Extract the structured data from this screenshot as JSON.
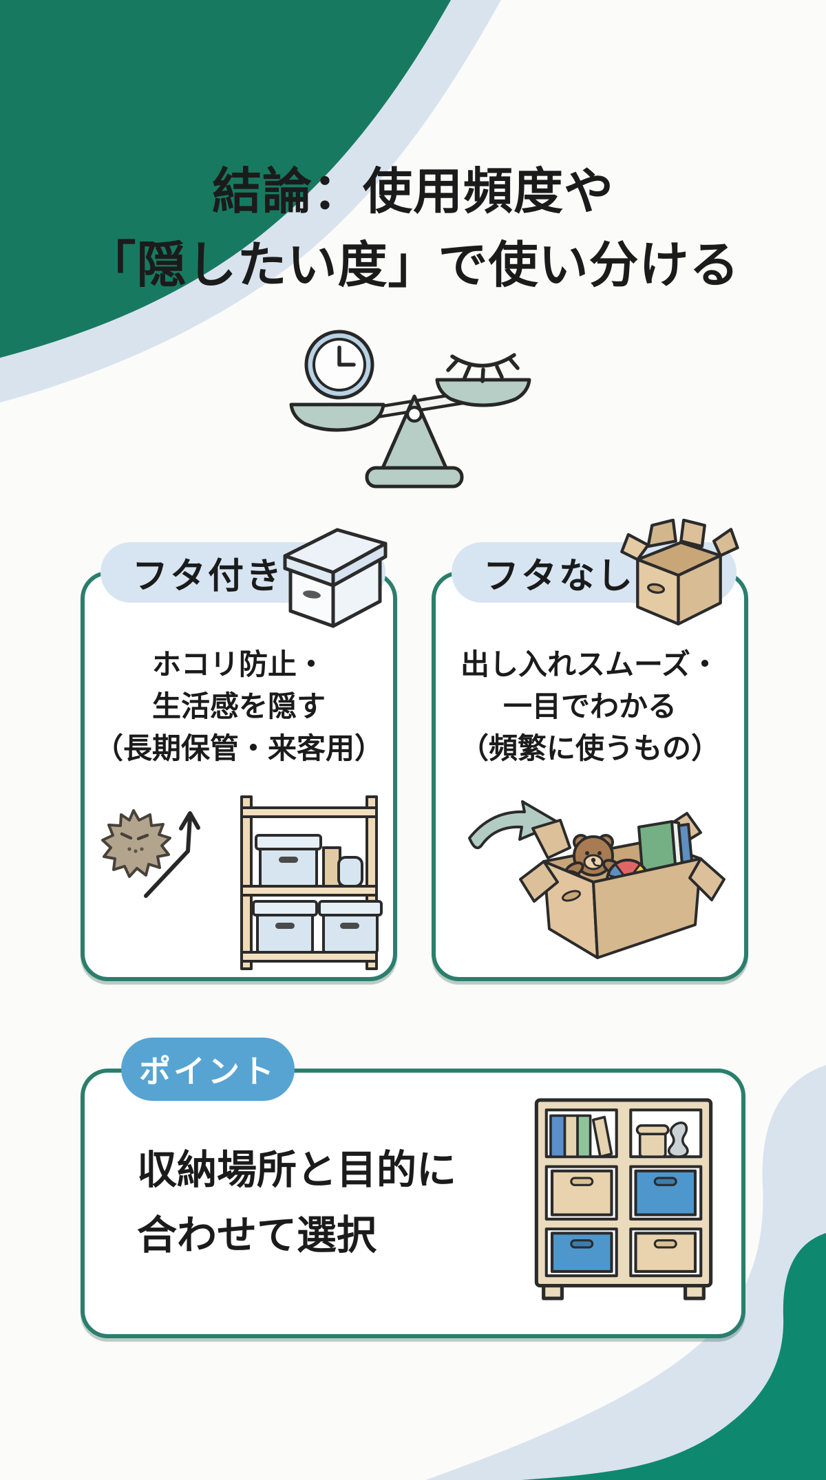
{
  "title": {
    "line1": "結論：使用頻度や",
    "line2": "「隠したい度」で使い分ける"
  },
  "comparison": {
    "with_lid": {
      "label": "フタ付き",
      "text": {
        "line1": "ホコリ防止・",
        "line2": "生活感を隠す",
        "line3": "（長期保管・来客用）"
      }
    },
    "without_lid": {
      "label": "フタなし",
      "text": {
        "line1": "出し入れスムーズ・",
        "line2": "一目でわかる",
        "line3": "（頻繁に使うもの）"
      }
    }
  },
  "point": {
    "badge": "ポイント",
    "line1": "収納場所と目的に",
    "line2": "合わせて選択"
  },
  "icons": {
    "balance_scale": "scale weighing clock (time/frequency) against closed eye (hide level)",
    "lidded_storage_box": "white storage box with lid",
    "open_cardboard_box": "open cardboard box without lid",
    "dust_particle": "dust blocked by deflect arrow",
    "shelf_with_lidded_boxes": "wooden rack holding lidded boxes",
    "arrow_into_toy_box": "arrow pointing into open box of toys",
    "cube_shelf": "cube shelf with books, vase and fabric bins"
  },
  "colors": {
    "wave_green_top": "#177A60",
    "wave_green_bottom": "#0F8870",
    "wave_light_blue": "#D8E3EE",
    "card_border": "#2B7E6C",
    "header_pill": "#D7E5F2",
    "point_badge": "#57A4D3",
    "text": "#1B1B1B"
  }
}
